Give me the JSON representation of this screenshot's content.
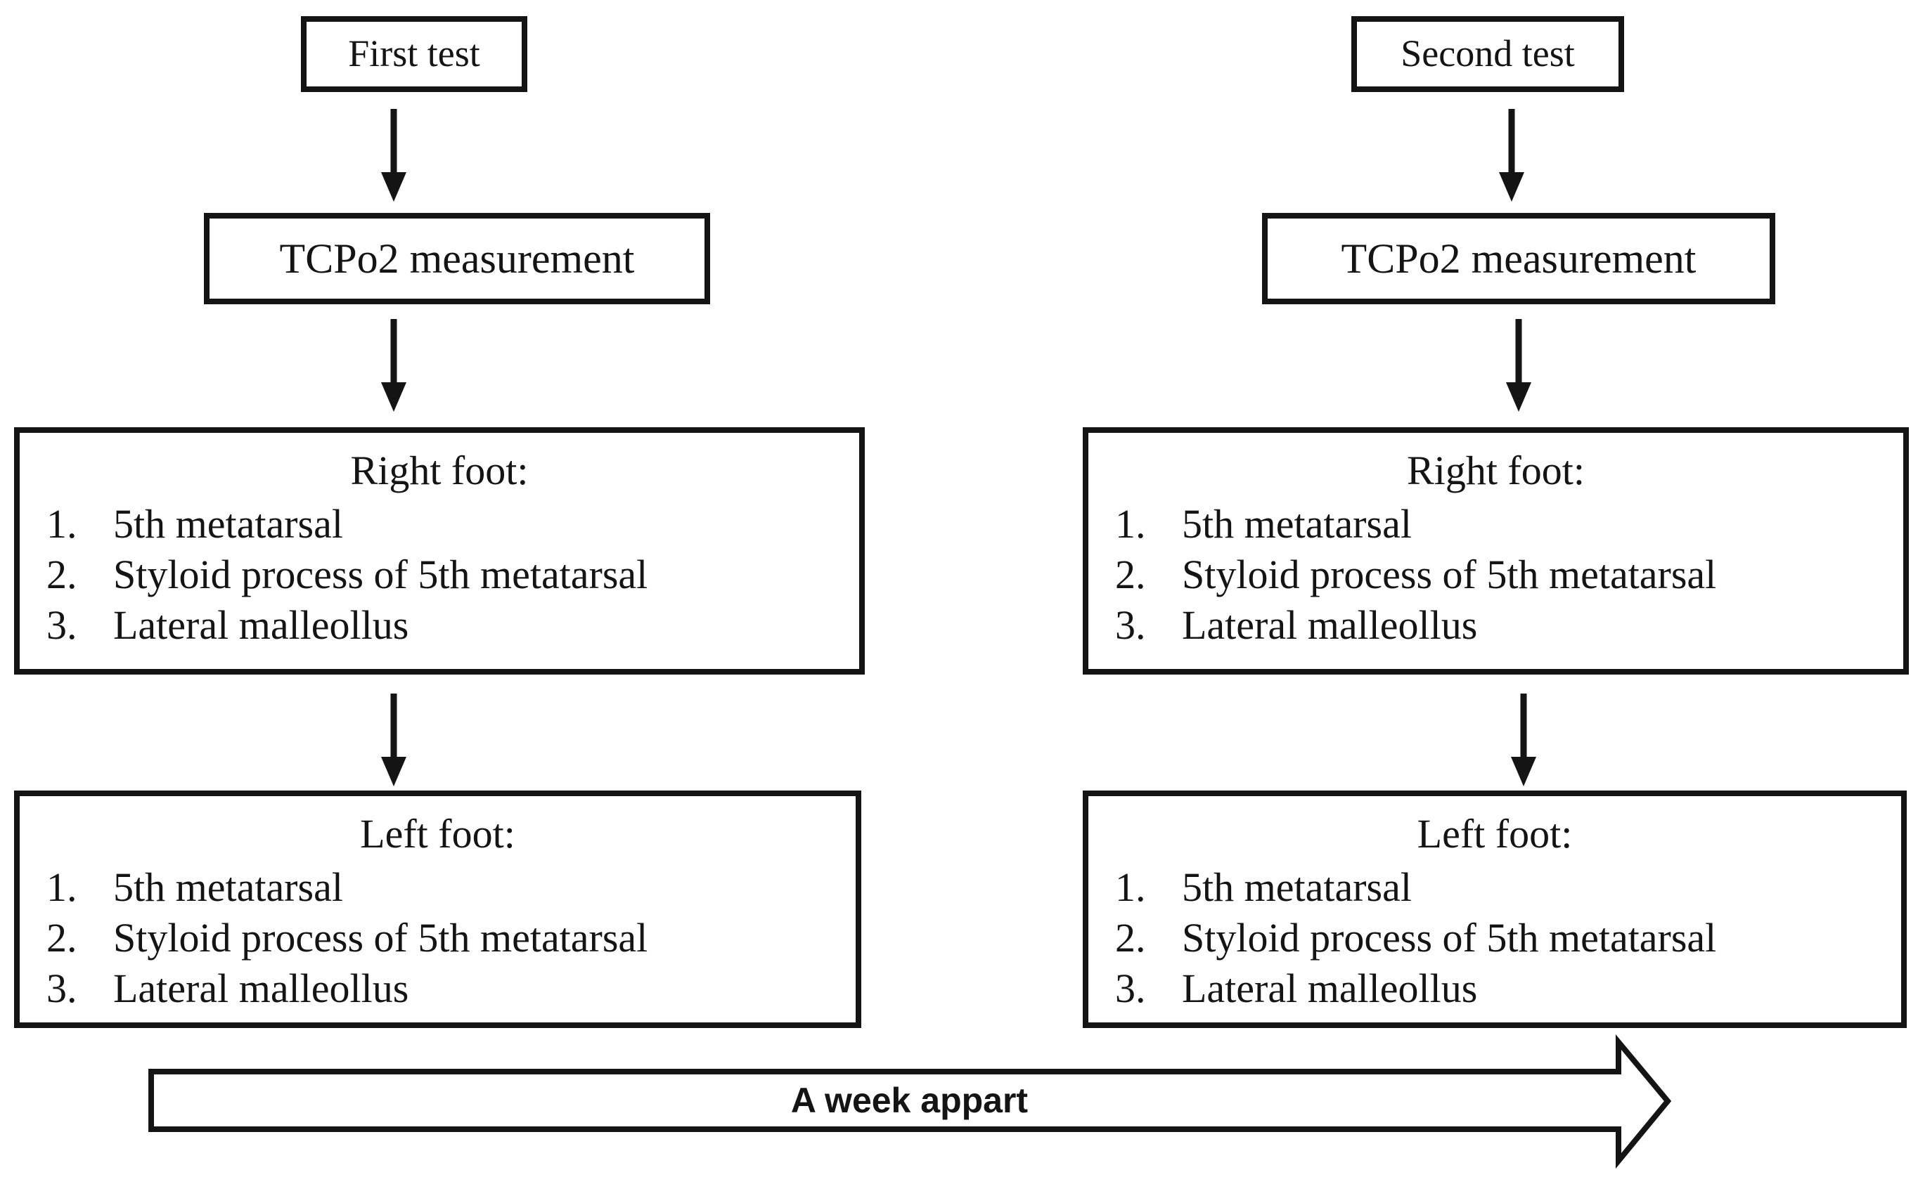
{
  "diagram": {
    "columns": [
      {
        "test_label": "First test",
        "measurement_label": "TCPo2 measurement",
        "right_foot": {
          "title": "Right foot:",
          "items": [
            "5th metatarsal",
            "Styloid process of 5th metatarsal",
            "Lateral malleollus"
          ]
        },
        "left_foot": {
          "title": "Left foot:",
          "items": [
            "5th metatarsal",
            "Styloid process of 5th metatarsal",
            "Lateral malleollus"
          ]
        }
      },
      {
        "test_label": "Second test",
        "measurement_label": "TCPo2 measurement",
        "right_foot": {
          "title": "Right foot:",
          "items": [
            "5th metatarsal",
            "Styloid process of 5th metatarsal",
            "Lateral malleollus"
          ]
        },
        "left_foot": {
          "title": "Left foot:",
          "items": [
            "5th metatarsal",
            "Styloid process of 5th metatarsal",
            "Lateral malleollus"
          ]
        }
      }
    ],
    "list_markers": [
      "1.",
      "2.",
      "3."
    ],
    "timeline_label": "A week appart",
    "colors": {
      "ink": "#141414",
      "background": "#ffffff"
    }
  }
}
